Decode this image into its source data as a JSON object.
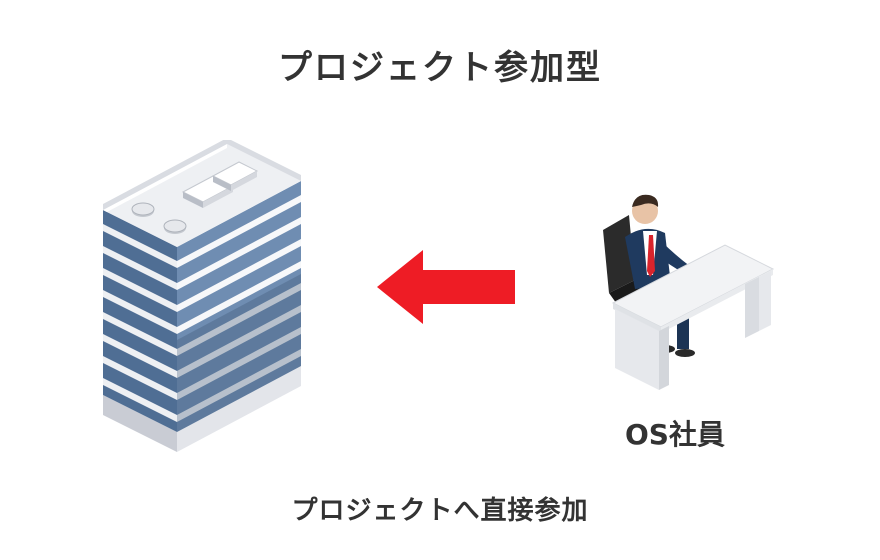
{
  "title": "プロジェクト参加型",
  "person_label": "OS社員",
  "caption": "プロジェクトへ直接参加",
  "colors": {
    "arrow": "#ee1c25",
    "text": "#333333",
    "building_glass_light": "#6f8db2",
    "building_glass_dark": "#3e5876",
    "suit": "#1f3a5f",
    "tie": "#d9242c"
  },
  "icons": [
    "office-building-icon",
    "arrow-left-icon",
    "businessman-at-desk-icon"
  ]
}
